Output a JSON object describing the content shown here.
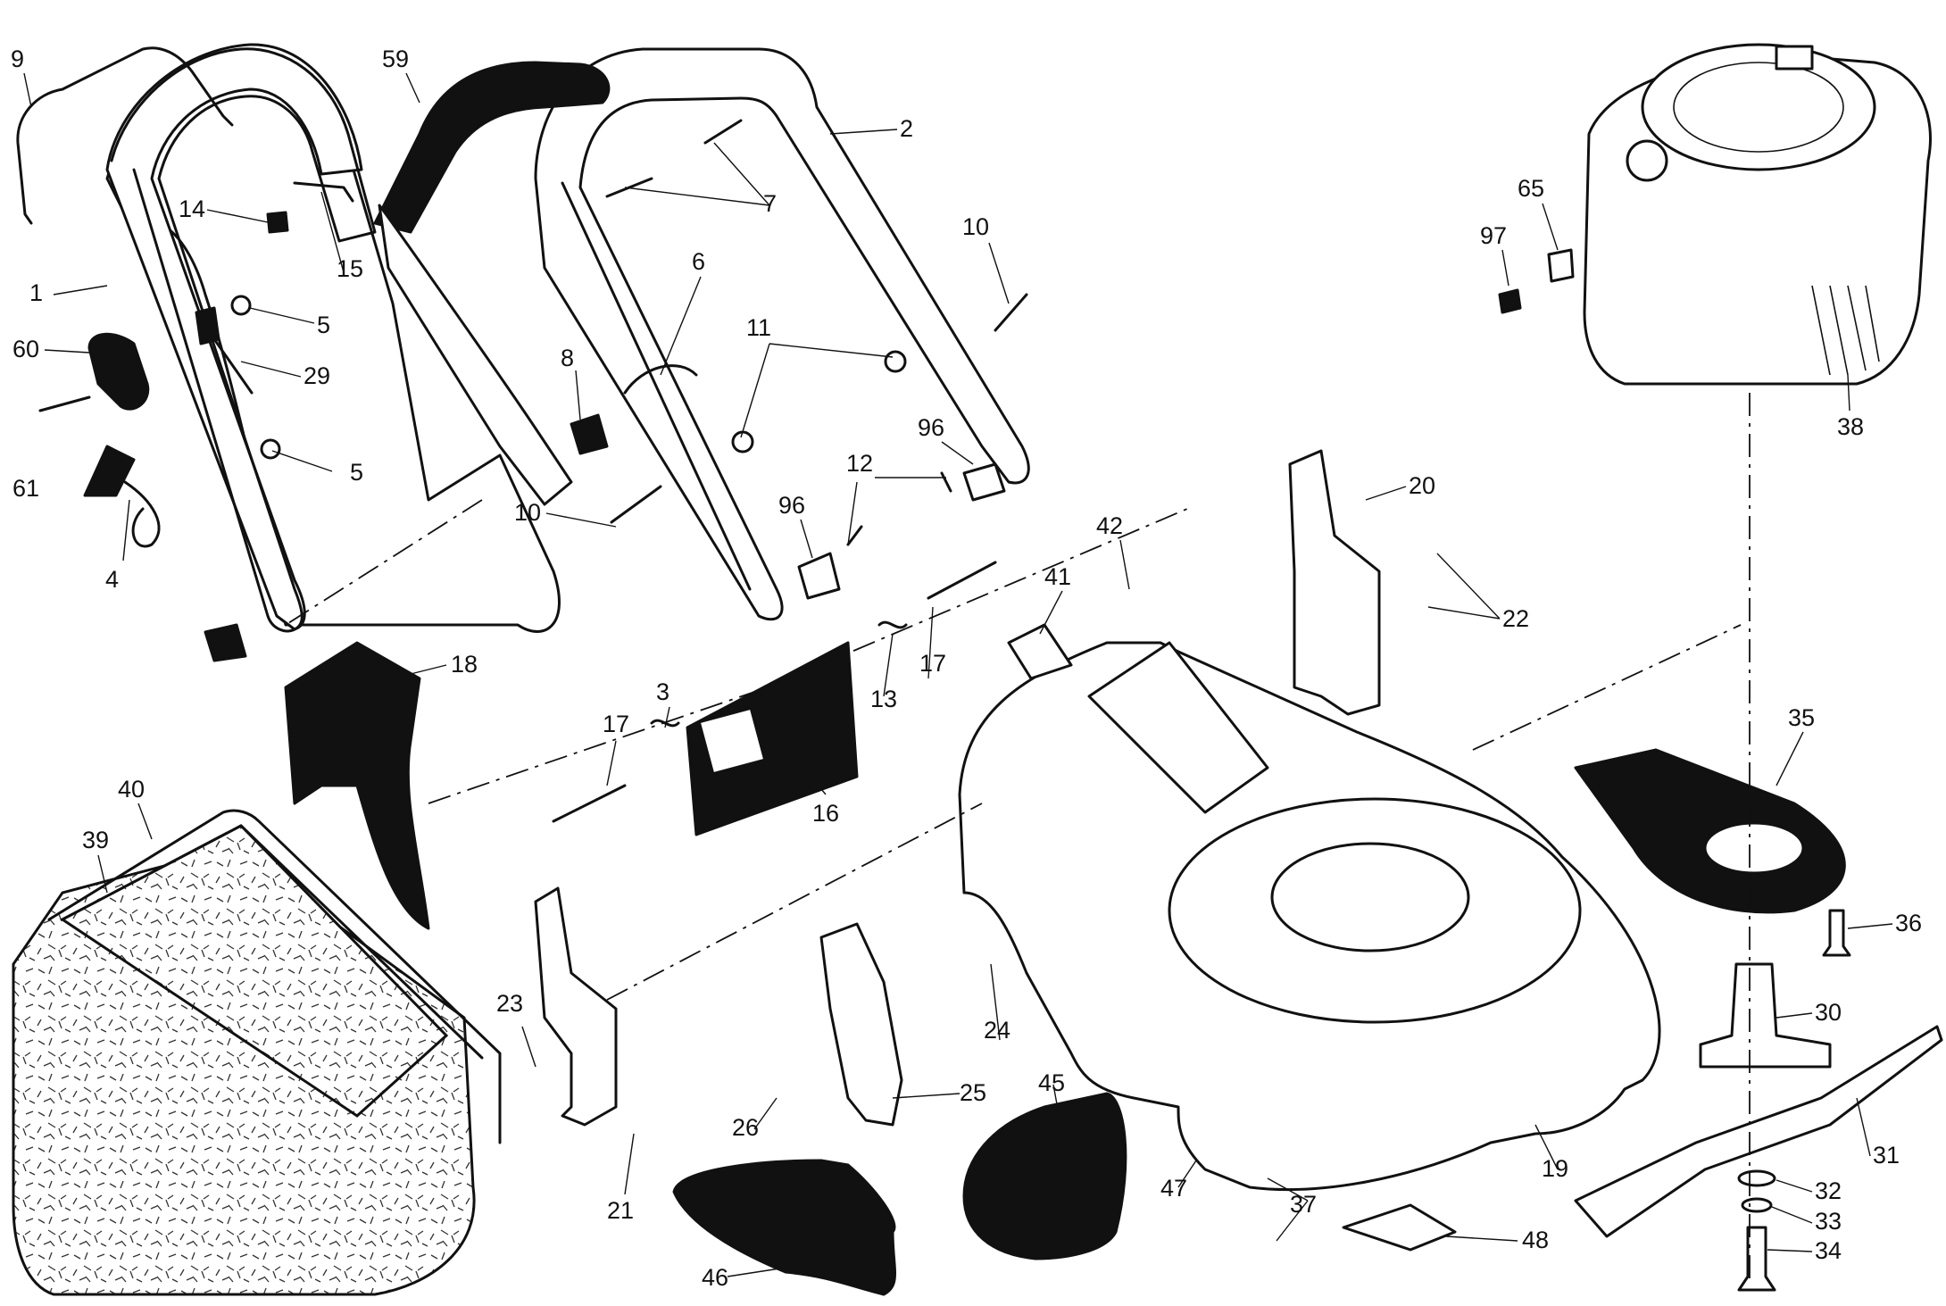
{
  "diagram": {
    "callouts": [
      "9",
      "59",
      "2",
      "7",
      "14",
      "15",
      "1",
      "5",
      "60",
      "29",
      "61",
      "5",
      "4",
      "8",
      "6",
      "11",
      "10",
      "10",
      "96",
      "12",
      "96",
      "65",
      "97",
      "38",
      "42",
      "20",
      "22",
      "41",
      "18",
      "17",
      "13",
      "3",
      "17",
      "16",
      "40",
      "39",
      "35",
      "36",
      "30",
      "31",
      "32",
      "33",
      "34",
      "23",
      "21",
      "26",
      "25",
      "24",
      "45",
      "47",
      "19",
      "37",
      "48",
      "46"
    ]
  }
}
